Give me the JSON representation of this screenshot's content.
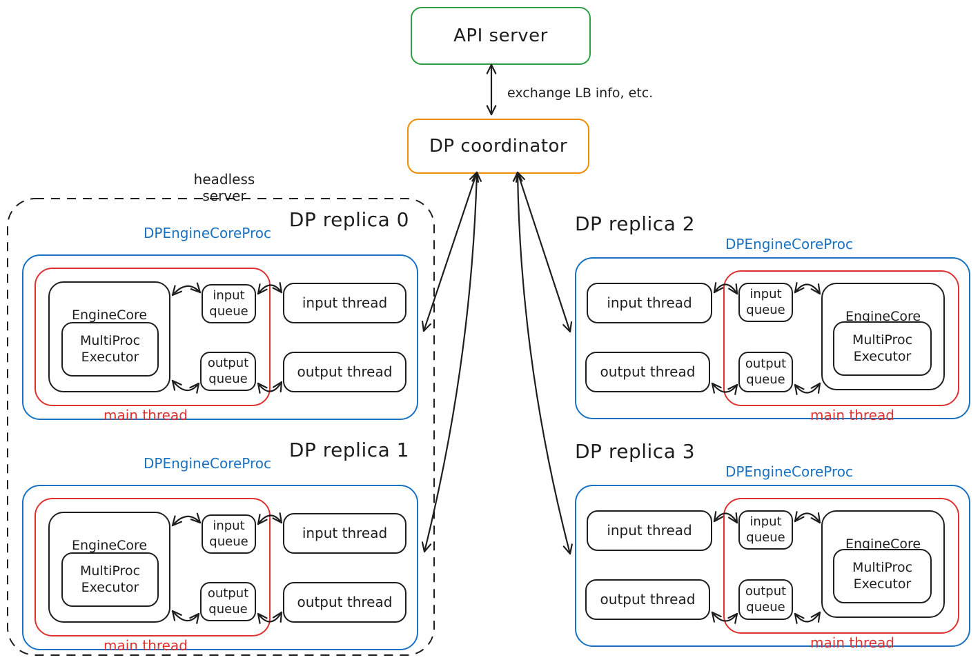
{
  "colors": {
    "api_border": "#2f9e44",
    "coordinator_border": "#f08c00",
    "proc_border": "#1971c2",
    "main_thread_border": "#e03131",
    "ink": "#1e1e1e"
  },
  "nodes": {
    "api_server": "API server",
    "dp_coordinator": "DP coordinator"
  },
  "labels": {
    "exchange": "exchange LB info, etc.",
    "headless": "headless server"
  },
  "replicas": [
    {
      "title": "DP replica 0",
      "proc": "DPEngineCoreProc",
      "engine": "EngineCore",
      "executor": "MultiProc\nExecutor",
      "input_queue": "input\nqueue",
      "output_queue": "output\nqueue",
      "input_thread": "input thread",
      "output_thread": "output thread",
      "main_thread": "main thread"
    },
    {
      "title": "DP replica 1",
      "proc": "DPEngineCoreProc",
      "engine": "EngineCore",
      "executor": "MultiProc\nExecutor",
      "input_queue": "input\nqueue",
      "output_queue": "output\nqueue",
      "input_thread": "input thread",
      "output_thread": "output thread",
      "main_thread": "main thread"
    },
    {
      "title": "DP replica 2",
      "proc": "DPEngineCoreProc",
      "engine": "EngineCore",
      "executor": "MultiProc\nExecutor",
      "input_queue": "input\nqueue",
      "output_queue": "output\nqueue",
      "input_thread": "input thread",
      "output_thread": "output thread",
      "main_thread": "main thread"
    },
    {
      "title": "DP replica 3",
      "proc": "DPEngineCoreProc",
      "engine": "EngineCore",
      "executor": "MultiProc\nExecutor",
      "input_queue": "input\nqueue",
      "output_queue": "output\nqueue",
      "input_thread": "input thread",
      "output_thread": "output thread",
      "main_thread": "main thread"
    }
  ]
}
